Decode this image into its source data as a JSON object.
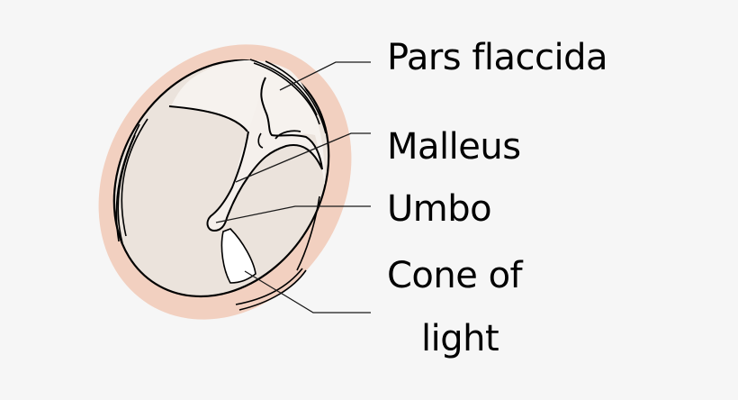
{
  "diagram": {
    "subject": "Tympanic membrane (eardrum)",
    "colors": {
      "background": "#f6f6f6",
      "annulus_rim": "#f2d0c0",
      "pars_tensa": "#ebe3dc",
      "pars_flaccida": "#f6f2ee",
      "malleus": "#f5f0ec",
      "cone_of_light": "#ffffff",
      "outline": "#000000",
      "leader_line": "#1a1a1a"
    },
    "labels": [
      {
        "id": "pars-flaccida",
        "text": "Pars flaccida"
      },
      {
        "id": "malleus",
        "text": "Malleus"
      },
      {
        "id": "umbo",
        "text": "Umbo"
      },
      {
        "id": "cone-of-light",
        "line1": "Cone of",
        "line2": "light"
      }
    ]
  }
}
